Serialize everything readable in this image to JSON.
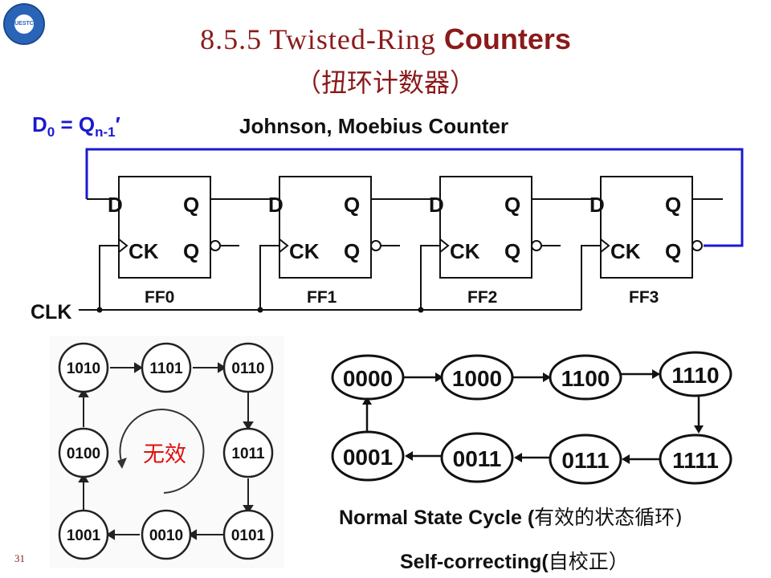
{
  "title": {
    "section": "8.5.5 Twisted-Ring",
    "bold": "Counters",
    "subtitle": "（扭环计数器）"
  },
  "equation": {
    "d": "D",
    "d_sub": "0",
    "eq": " = Q",
    "q_sub": "n-1",
    "prime": "′"
  },
  "counter_name": "Johnson, Moebius Counter",
  "clk_label": "CLK",
  "flipflops": [
    {
      "name": "FF0",
      "d": "D",
      "q": "Q",
      "ck": "CK",
      "qbar": "Q"
    },
    {
      "name": "FF1",
      "d": "D",
      "q": "Q",
      "ck": "CK",
      "qbar": "Q"
    },
    {
      "name": "FF2",
      "d": "D",
      "q": "Q",
      "ck": "CK",
      "qbar": "Q"
    },
    {
      "name": "FF3",
      "d": "D",
      "q": "Q",
      "ck": "CK",
      "qbar": "Q"
    }
  ],
  "invalid_states": [
    "1010",
    "1101",
    "0110",
    "1011",
    "0101",
    "0010",
    "1001",
    "0100"
  ],
  "invalid_label": "无效",
  "normal_states": [
    "0000",
    "1000",
    "1100",
    "1110",
    "1111",
    "0111",
    "0011",
    "0001"
  ],
  "caption_normal": {
    "en": "Normal State Cycle (",
    "cn": "有效的状态循环)"
  },
  "caption_self": {
    "en": "Self-correcting(",
    "cn": "自校正）"
  },
  "page_number": "31",
  "colors": {
    "title": "#8b1a1a",
    "feedback_wire": "#1a1ad0",
    "invalid_label": "#e01010"
  }
}
